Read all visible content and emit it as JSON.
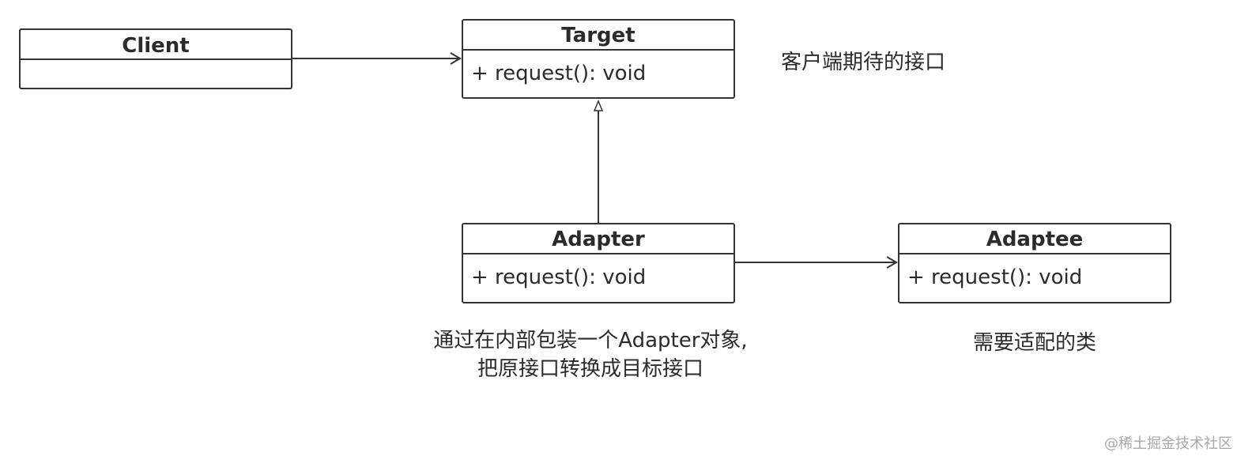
{
  "classes": {
    "client": {
      "name": "Client",
      "members": ""
    },
    "target": {
      "name": "Target",
      "members": "+ request(): void"
    },
    "adapter": {
      "name": "Adapter",
      "members": "+ request(): void"
    },
    "adaptee": {
      "name": "Adaptee",
      "members": "+ request(): void"
    }
  },
  "notes": {
    "target": "客户端期待的接口",
    "adapter_line1": "通过在内部包装一个Adapter对象,",
    "adapter_line2": "把原接口转换成目标接口",
    "adaptee": "需要适配的类"
  },
  "watermark": "@稀土掘金技术社区",
  "relations": [
    {
      "from": "Client",
      "to": "Target",
      "kind": "association"
    },
    {
      "from": "Adapter",
      "to": "Target",
      "kind": "realization"
    },
    {
      "from": "Adapter",
      "to": "Adaptee",
      "kind": "association"
    }
  ],
  "colors": {
    "stroke": "#333333",
    "text": "#2b2b2b",
    "watermark": "#a8a8a8"
  }
}
